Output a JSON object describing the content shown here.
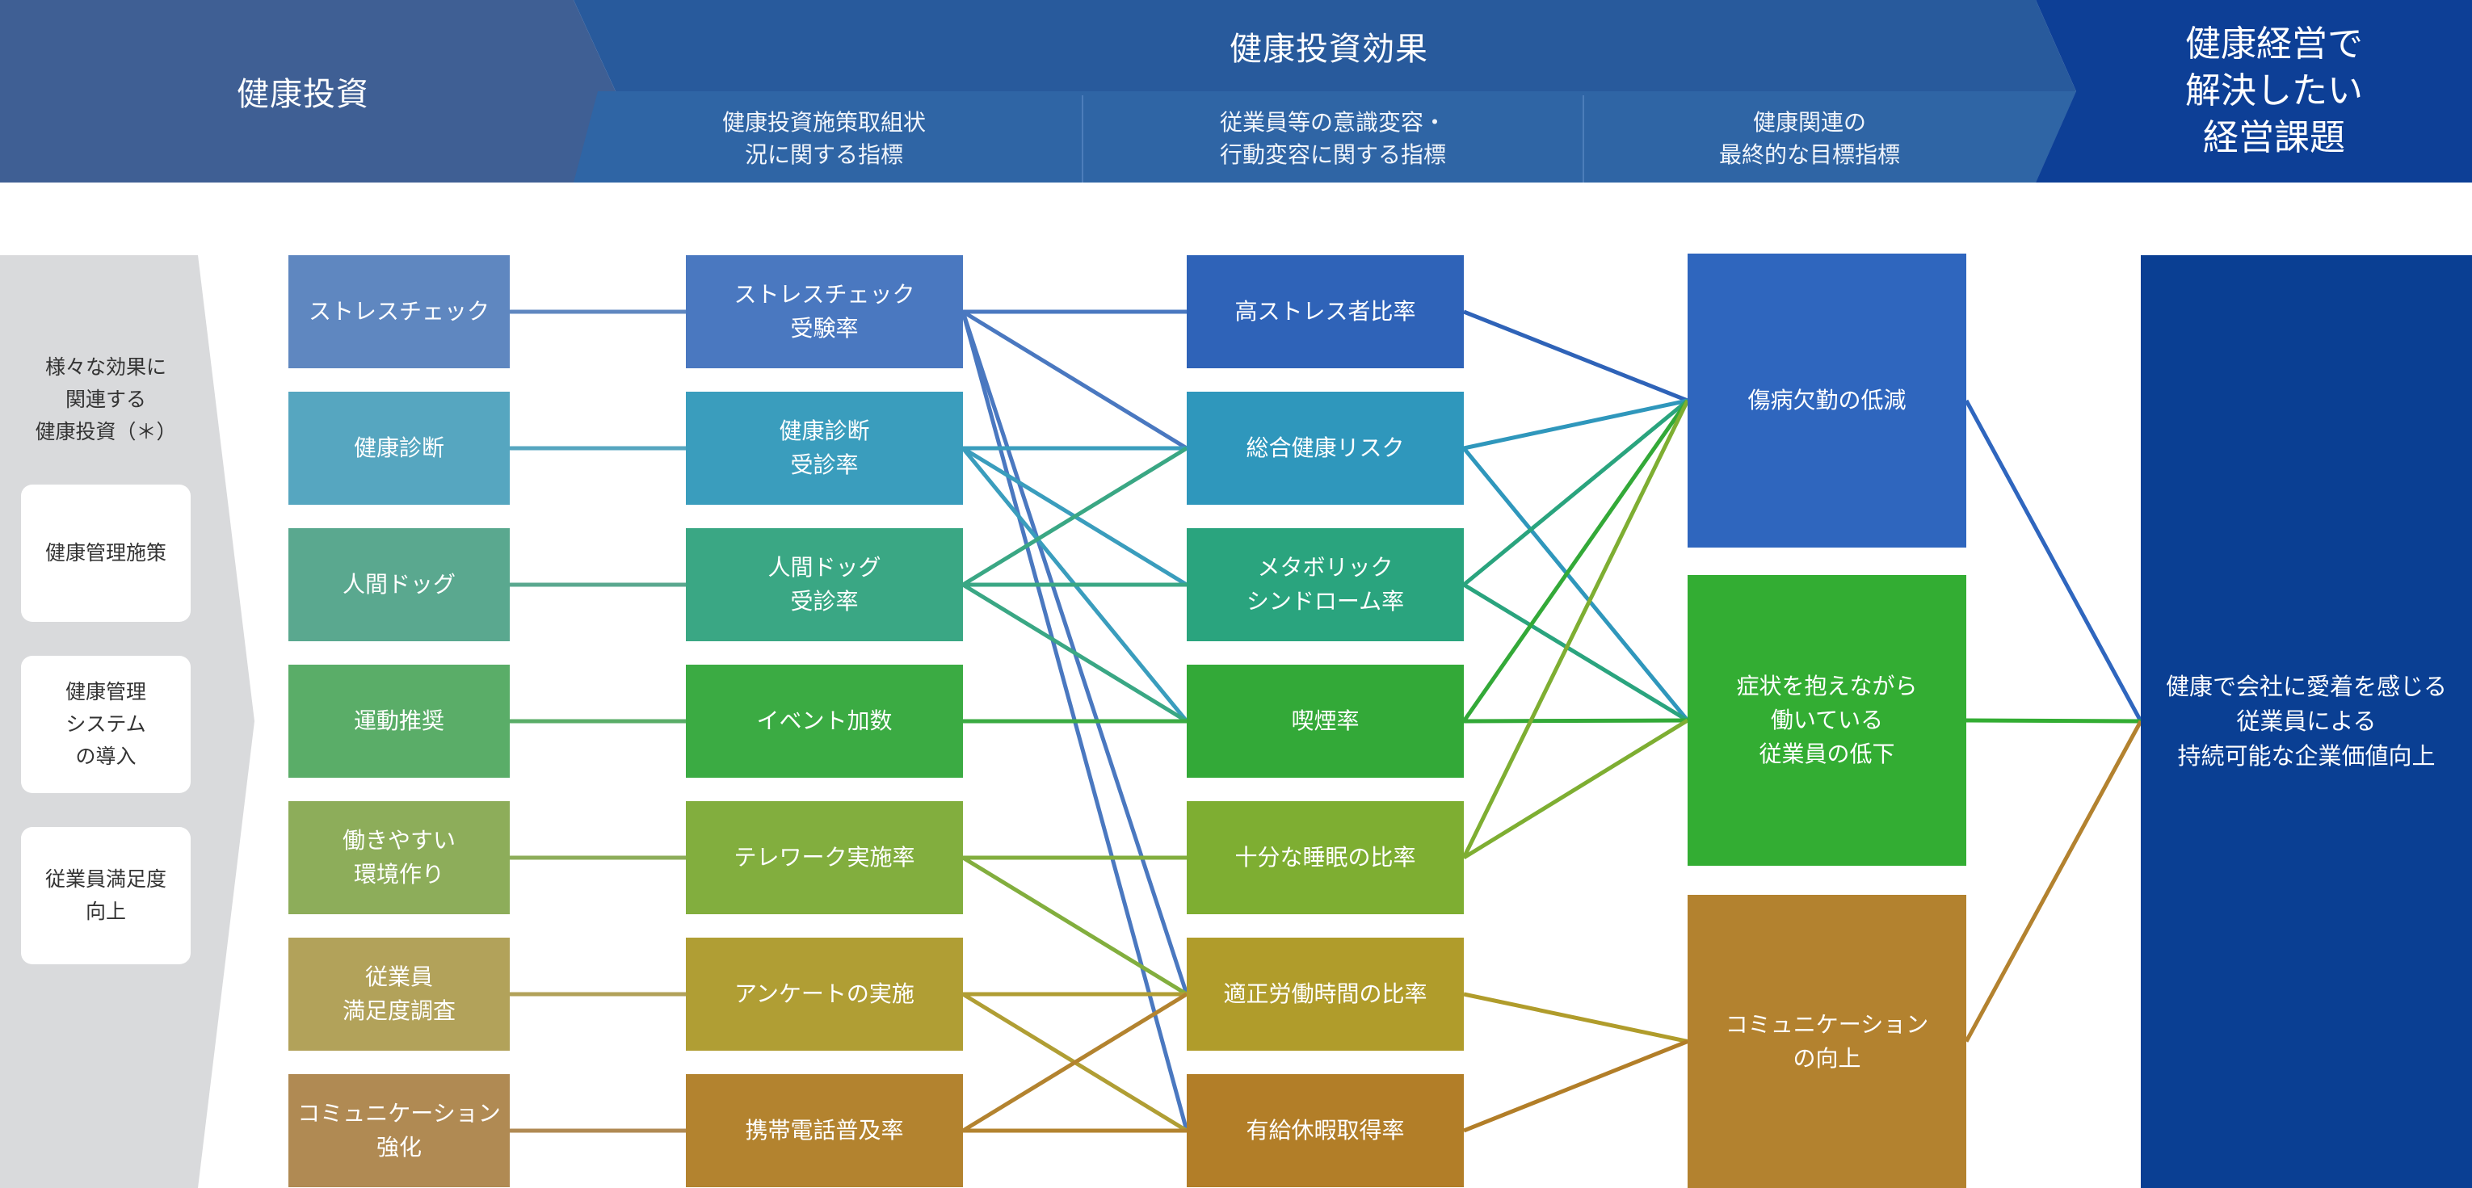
{
  "header": {
    "investment": "健康投資",
    "effects": "健康投資効果",
    "effects_sub": [
      "健康投資施策取組状\n況に関する指標",
      "従業員等の意識変容・\n行動変容に関する指標",
      "健康関連の\n最終的な目標指標"
    ],
    "final": "健康経営で\n解決したい\n経営課題"
  },
  "sidebar": {
    "caption": "様々な効果に\n関連する\n健康投資（＊）",
    "cards": [
      "健康管理施策",
      "健康管理\nシステム\nの導入",
      "従業員満足度\n向上"
    ]
  },
  "investments": [
    {
      "label": "ストレスチェック",
      "color": "#5f87c0"
    },
    {
      "label": "健康診断",
      "color": "#56a6c0"
    },
    {
      "label": "人間ドッグ",
      "color": "#5aa88f"
    },
    {
      "label": "運動推奨",
      "color": "#5aad68"
    },
    {
      "label": "働きやすい\n環境作り",
      "color": "#8dad5a"
    },
    {
      "label": "従業員\n満足度調査",
      "color": "#b2a25a"
    },
    {
      "label": "コミュニケーション\n強化",
      "color": "#b08a53"
    }
  ],
  "initiatives": [
    {
      "label": "ストレスチェック\n受験率",
      "color": "#4a78c0"
    },
    {
      "label": "健康診断\n受診率",
      "color": "#3a9dbd"
    },
    {
      "label": "人間ドッグ\n受診率",
      "color": "#3aa784"
    },
    {
      "label": "イベント加数",
      "color": "#3bab43"
    },
    {
      "label": "テレワーク実施率",
      "color": "#82ae3e"
    },
    {
      "label": "アンケートの実施",
      "color": "#b09e34"
    },
    {
      "label": "携帯電話普及率",
      "color": "#b3832f"
    }
  ],
  "behaviors": [
    {
      "label": "高ストレス者比率",
      "color": "#2f63b8"
    },
    {
      "label": "総合健康リスク",
      "color": "#2f97bc"
    },
    {
      "label": "メタボリック\nシンドローム率",
      "color": "#2aa47e"
    },
    {
      "label": "喫煙率",
      "color": "#33a938"
    },
    {
      "label": "十分な睡眠の比率",
      "color": "#7eae32"
    },
    {
      "label": "適正労働時間の比率",
      "color": "#b09c2b"
    },
    {
      "label": "有給休暇取得率",
      "color": "#b27e28"
    }
  ],
  "outcomes": [
    {
      "label": "傷病欠勤の低減",
      "color": "#2f66be"
    },
    {
      "label": "症状を抱えながら\n働いている\n従業員の低下",
      "color": "#33ad33"
    },
    {
      "label": "コミュニケーション\nの向上",
      "color": "#b3822f"
    }
  ],
  "goal": {
    "label": "健康で会社に愛着を感じる\n従業員による\n持続可能な企業価値向上",
    "color": "#0a3f93"
  },
  "colors": {
    "header_left": "#3f5f94",
    "header_mid": "#285a9c",
    "header_sub": "#2f65a5",
    "header_right": "#0d3f96",
    "sidebar_bg": "#d9dadc"
  },
  "links_initiative_behavior": [
    [
      0,
      0
    ],
    [
      0,
      1
    ],
    [
      0,
      5
    ],
    [
      0,
      6
    ],
    [
      1,
      1
    ],
    [
      1,
      2
    ],
    [
      1,
      3
    ],
    [
      2,
      1
    ],
    [
      2,
      2
    ],
    [
      2,
      3
    ],
    [
      3,
      3
    ],
    [
      4,
      4
    ],
    [
      4,
      5
    ],
    [
      5,
      5
    ],
    [
      5,
      6
    ],
    [
      6,
      5
    ],
    [
      6,
      6
    ]
  ],
  "links_behavior_outcome": [
    [
      0,
      0
    ],
    [
      1,
      0
    ],
    [
      1,
      1
    ],
    [
      2,
      0
    ],
    [
      2,
      1
    ],
    [
      3,
      0
    ],
    [
      3,
      1
    ],
    [
      4,
      0
    ],
    [
      4,
      1
    ],
    [
      5,
      2
    ],
    [
      6,
      2
    ]
  ],
  "links_outcome_goal": [
    [
      0,
      0
    ],
    [
      1,
      0
    ],
    [
      2,
      0
    ]
  ]
}
